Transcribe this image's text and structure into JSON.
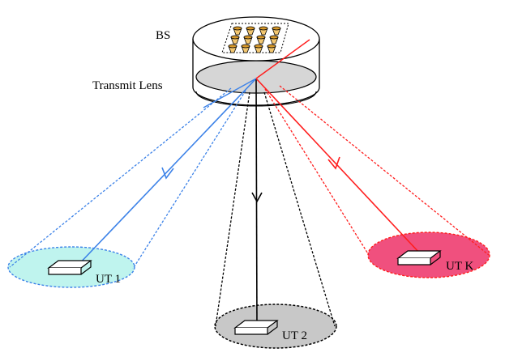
{
  "labels": {
    "bs": "BS",
    "transmit_lens": "Transmit Lens",
    "ut1": "UT 1",
    "ut2": "UT 2",
    "utk": "UT K"
  },
  "colors": {
    "ut1_beam": "#3c82e8",
    "ut1_area": "#bff4ee",
    "ut2_beam": "#000000",
    "ut2_area": "#c8c8c8",
    "utk_beam": "#ff1e1e",
    "utk_area": "#f0507e",
    "lens_fill": "#d6d6d6",
    "antenna": "#f3c770"
  }
}
